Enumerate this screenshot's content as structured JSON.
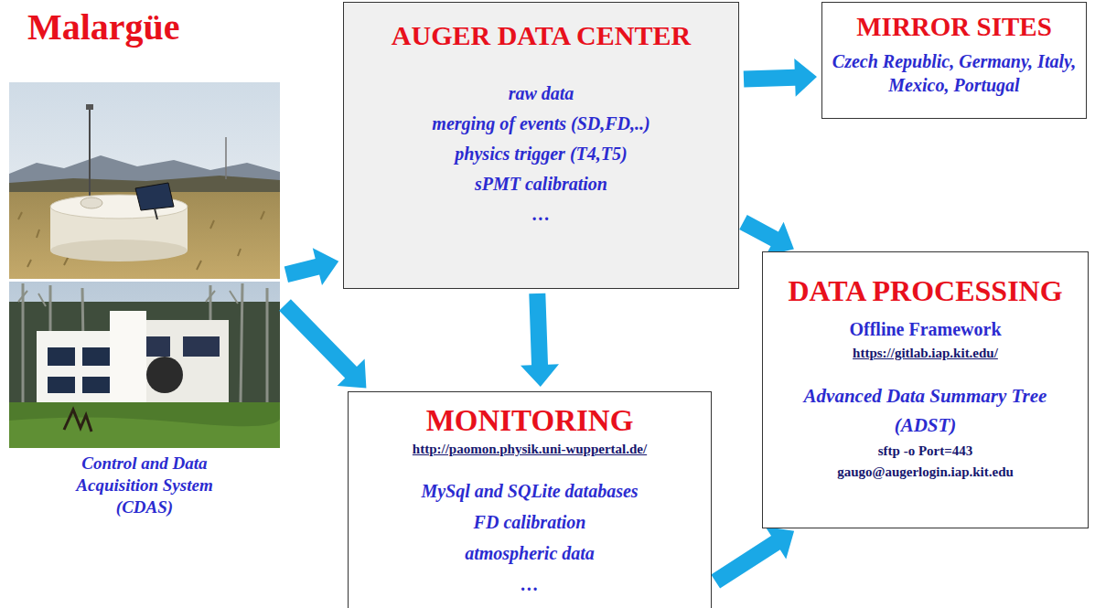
{
  "diagram": {
    "nodes": [
      {
        "text": [
          "Malargüe",
          "Control and Data Acquisition System (CDAS)"
        ]
      },
      {
        "text": [
          "AUGER DATA CENTER",
          "raw data",
          "merging of events (SD,FD,..)",
          "physics trigger (T4,T5)",
          "sPMT calibration",
          "…"
        ]
      },
      {
        "text": [
          "MIRROR SITES",
          "Czech Republic, Germany, Italy, Mexico, Portugal"
        ]
      },
      {
        "text": [
          "DATA PROCESSING",
          "Offline Framework",
          "https://gitlab.iap.kit.edu/",
          "Advanced Data Summary Tree (ADST)",
          "sftp -o Port=443",
          "gaugo@augerlogin.iap.kit.edu"
        ]
      },
      {
        "text": [
          "MONITORING",
          "http://paomon.physik.uni-wuppertal.de/",
          "MySql and SQLite databases",
          "FD calibration",
          "atmospheric data",
          "…"
        ]
      }
    ],
    "edges": [
      {
        "from": 0,
        "to": 1,
        "arrow": "to"
      },
      {
        "from": 0,
        "to": 4,
        "arrow": "to"
      },
      {
        "from": 1,
        "to": 2,
        "arrow": "to"
      },
      {
        "from": 1,
        "to": 3,
        "arrow": "to"
      },
      {
        "from": 1,
        "to": 4,
        "arrow": "to"
      },
      {
        "from": 4,
        "to": 3,
        "arrow": "to"
      }
    ]
  }
}
